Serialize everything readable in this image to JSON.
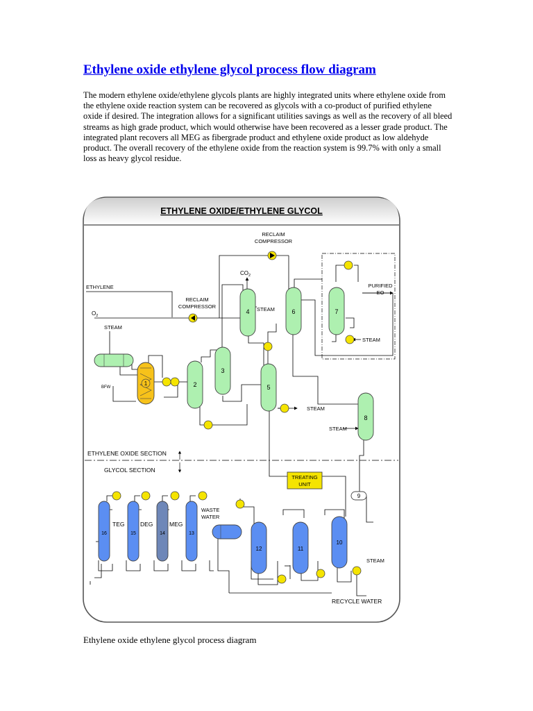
{
  "article": {
    "title": "Ethylene oxide ethylene glycol process flow diagram",
    "body": "The modern ethylene oxide/ethylene glycols plants are highly integrated units where ethylene oxide from the ethylene oxide reaction system can be recovered as glycols with a co-product of purified ethylene oxide if desired. The integration allows for a significant utilities savings as well as the recovery of all bleed streams as high grade product, which would otherwise have been recovered as a lesser grade product. The integrated plant recovers all MEG as fibergrade product and ethylene oxide product as low aldehyde product. The overall recovery of the ethylene oxide from the reaction system is 99.7% with only a small loss as heavy glycol residue.",
    "caption": "Ethylene oxide ethylene glycol process diagram"
  },
  "diagram": {
    "title": "ETHYLENE OXIDE/ETHYLENE GLYCOL",
    "labels": {
      "reclaim_compressor_top_1": "RECLAIM",
      "reclaim_compressor_top_2": "COMPRESSOR",
      "reclaim_compressor_mid_1": "RECLAIM",
      "reclaim_compressor_mid_2": "COMPRESSOR",
      "co2": "CO",
      "co2_sub": "2",
      "ethylene": "ETHYLENE",
      "o2": "O",
      "o2_sub": "2",
      "steam_feed": "STEAM",
      "steam_col4": "STEAM",
      "steam_col7": "STEAM",
      "steam_col5": "STEAM",
      "steam_col8": "STEAM",
      "steam_col10": "STEAM",
      "purified_eo_1": "PURIFIED",
      "purified_eo_2": "EO",
      "bfw": "BFW",
      "eo_section": "ETHYLENE OXIDE SECTION",
      "glycol_section": "GLYCOL SECTION",
      "treating_unit_1": "TREATING",
      "treating_unit_2": "UNIT",
      "waste_water_1": "WASTE",
      "waste_water_2": "WATER",
      "teg": "TEG",
      "deg": "DEG",
      "meg": "MEG",
      "recycle_water": "RECYCLE WATER"
    },
    "units": {
      "u1": "1",
      "u2": "2",
      "u3": "3",
      "u4": "4",
      "u5": "5",
      "u6": "6",
      "u7": "7",
      "u8": "8",
      "u9": "9",
      "u10": "10",
      "u11": "11",
      "u12": "12",
      "u13": "13",
      "u14": "14",
      "u15": "15",
      "u16": "16"
    },
    "colors": {
      "green": "#aef0b0",
      "blue": "#5b8ef2",
      "yellow": "#f5e400",
      "reactor": "#f7c21a",
      "frame_bg": "#f7f7f7"
    }
  }
}
